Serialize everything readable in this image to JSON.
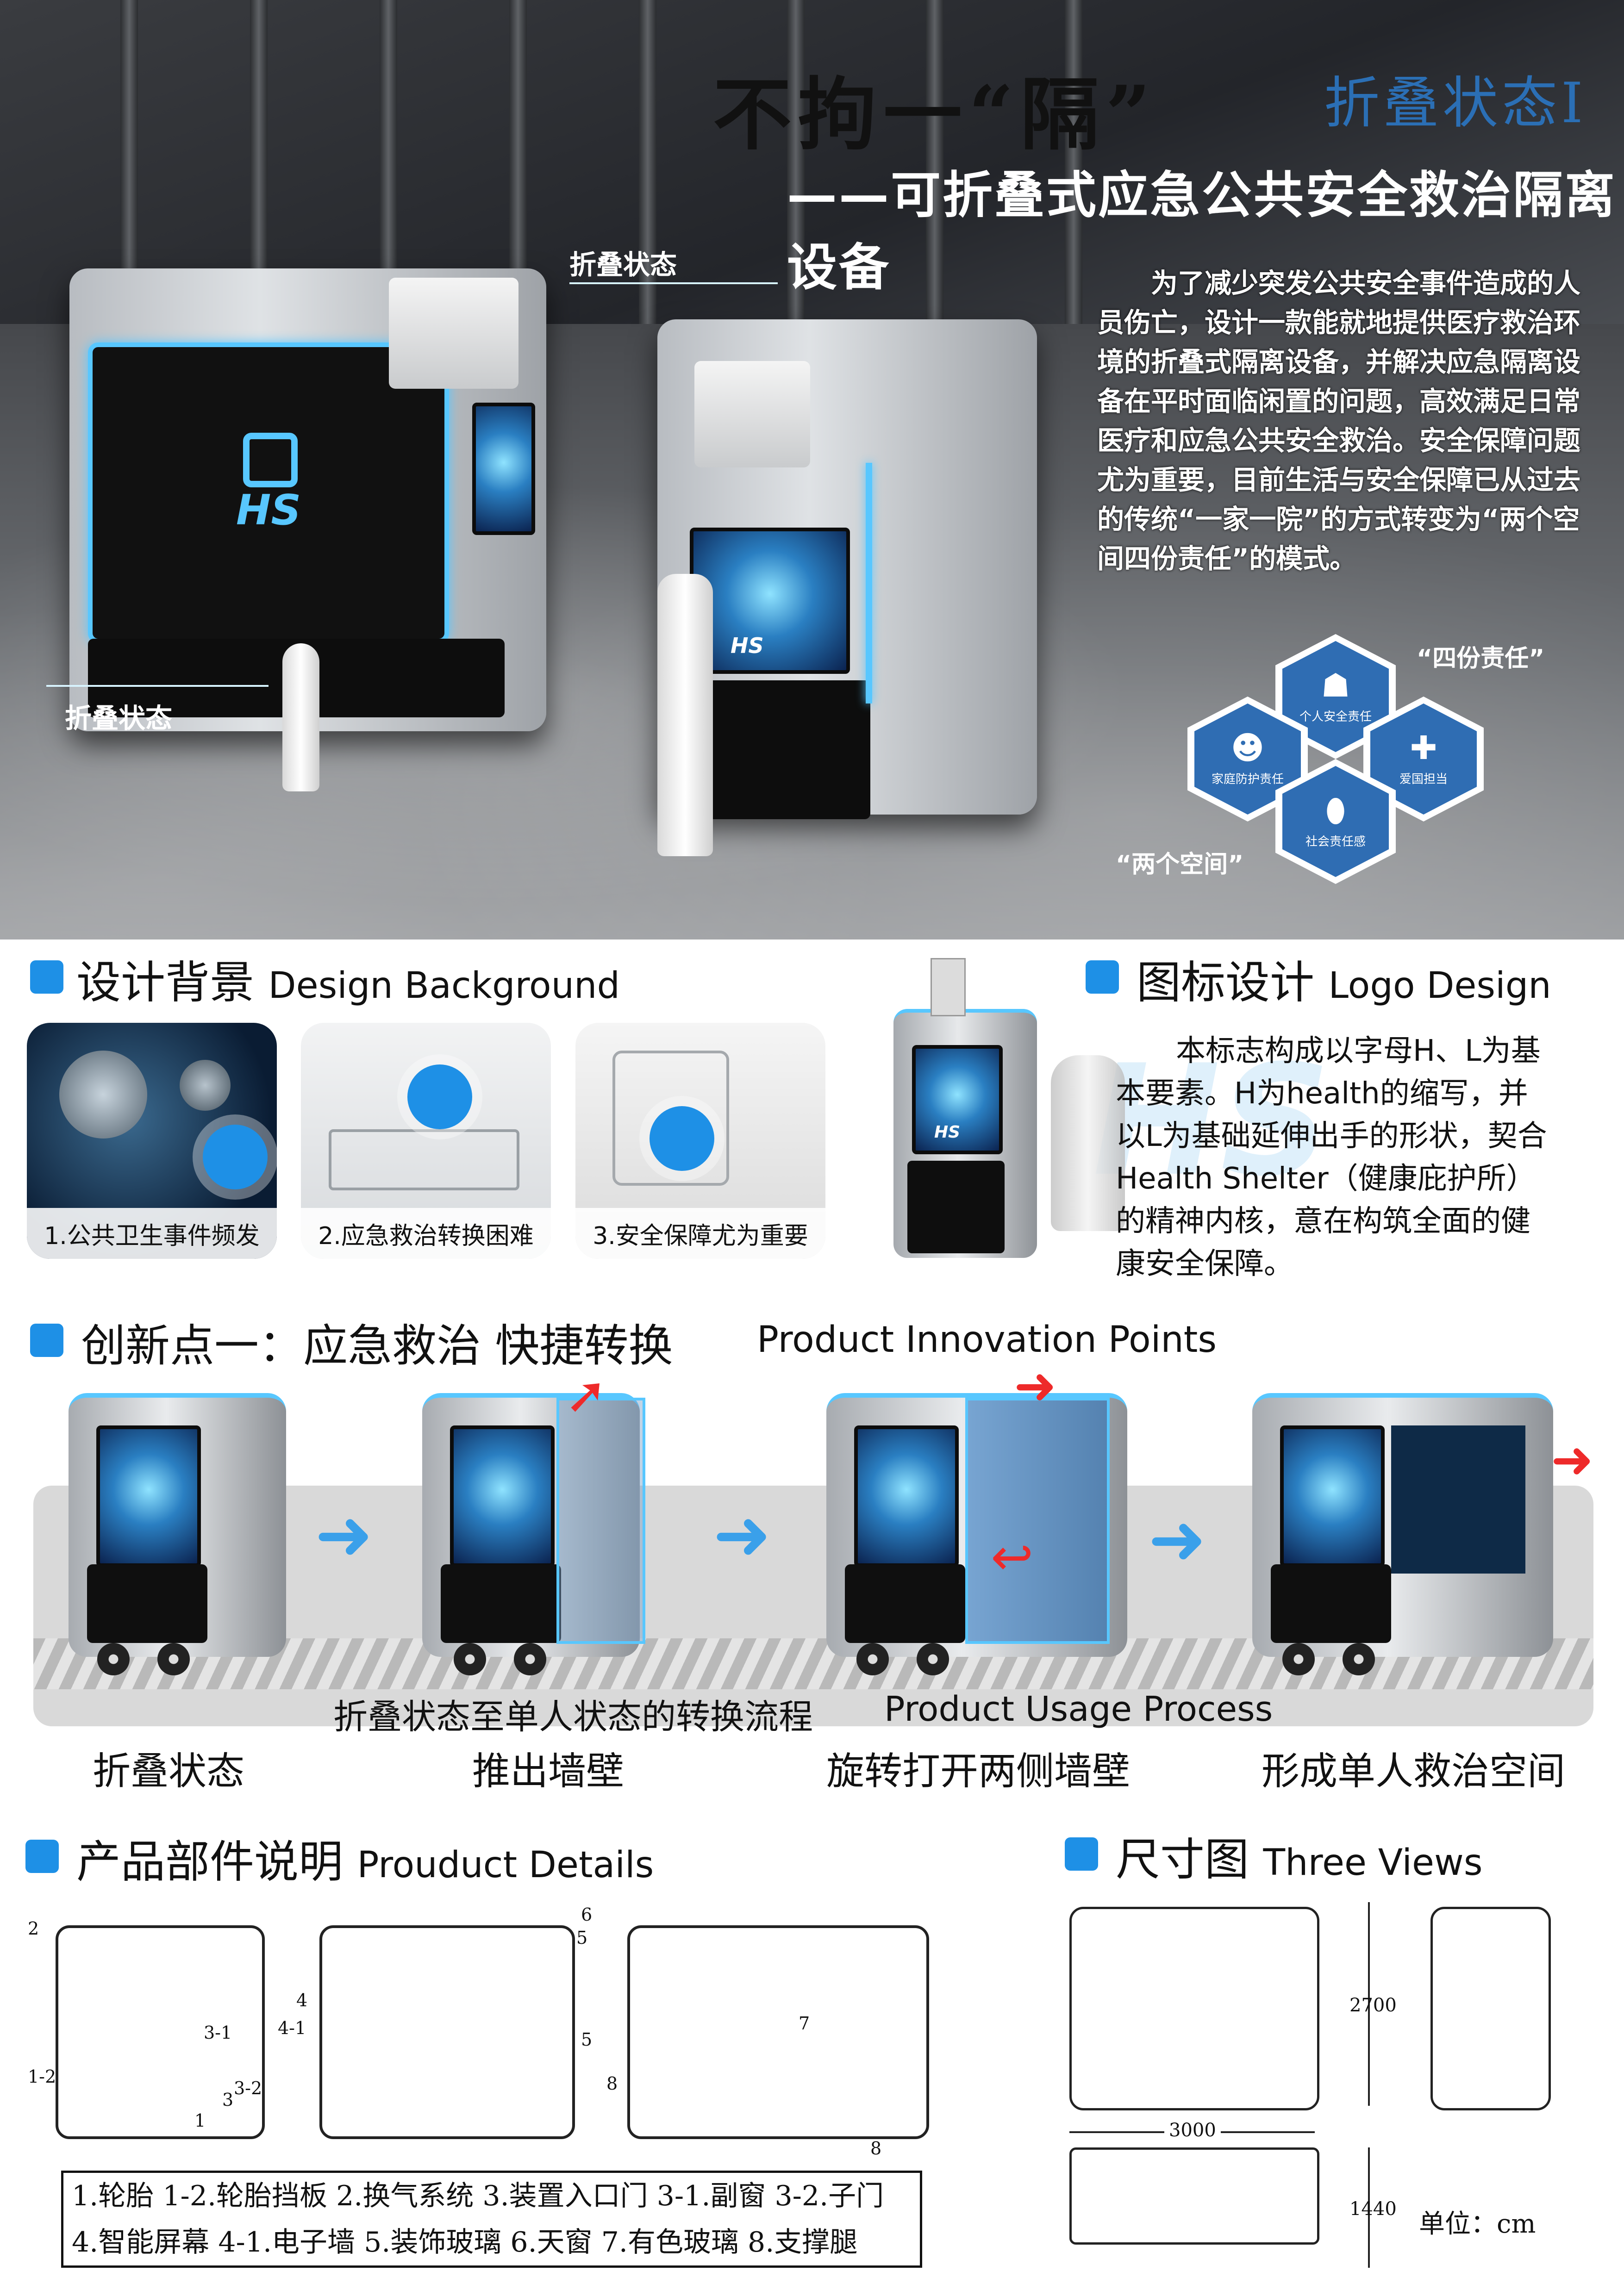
{
  "hero": {
    "title_main": "不拘一“隔”",
    "title_state": "折叠状态Ⅰ",
    "subtitle": "——可折叠式应急公共安全救治隔离设备",
    "callout_top": "折叠状态",
    "callout_left": "折叠状态",
    "description": "为了减少突发公共安全事件造成的人员伤亡，设计一款能就地提供医疗救治环境的折叠式隔离设备，并解决应急隔离设备在平时面临闲置的问题，高效满足日常医疗和应急公共安全救治。安全保障问题尤为重要，目前生活与安全保障已从过去的传统“一家一院”的方式转变为“两个空间四份责任”的模式。",
    "device_logo": "HS",
    "four_duties": "“四份责任”",
    "two_spaces": "“两个空间”",
    "hex": [
      {
        "label": "个人安全责任",
        "icon": "person-icon"
      },
      {
        "label": "家庭防护责任",
        "icon": "family-icon"
      },
      {
        "label": "爱国担当",
        "icon": "ambulance-icon"
      },
      {
        "label": "社会责任感",
        "icon": "pill-icon"
      }
    ],
    "colors": {
      "accent_blue": "#2f6db3",
      "glow": "#58c7ff"
    }
  },
  "background": {
    "title_zh": "设计背景",
    "title_en": "Design Background",
    "cards": [
      {
        "caption": "1.公共卫生事件频发"
      },
      {
        "caption": "2.应急救治转换困难"
      },
      {
        "caption": "3.安全保障尤为重要"
      }
    ]
  },
  "logo_design": {
    "title_zh": "图标设计",
    "title_en": "Logo Design",
    "text": "本标志构成以字母H、L为基本要素。H为health的缩写，并以L为基础延伸出手的形状，契合Health Shelter（健康庇护所）的精神内核，意在构筑全面的健康安全保障。",
    "watermark": "HS"
  },
  "innovation": {
    "title_zh": "创新点一：应急救治  快捷转换",
    "title_en": "Product Innovation Points",
    "band_caption_zh": "折叠状态至单人状态的转换流程",
    "band_caption_en": "Product Usage Process",
    "steps": [
      "折叠状态",
      "推出墙壁",
      "旋转打开两侧墙壁",
      "形成单人救治空间"
    ],
    "device_logo": "HS"
  },
  "parts": {
    "title_zh": "产品部件说明",
    "title_en": "Prouduct Details",
    "legend_line1": "1.轮胎 1-2.轮胎挡板 2.换气系统 3.装置入口门 3-1.副窗 3-2.子门",
    "legend_line2": "4.智能屏幕 4-1.电子墙  5.装饰玻璃  6.天窗 7.有色玻璃 8.支撑腿",
    "labels": [
      "2",
      "1-2",
      "3-1",
      "3-2",
      "3",
      "1",
      "4",
      "4-1",
      "5",
      "5",
      "6",
      "7",
      "8",
      "8"
    ]
  },
  "views": {
    "title_zh": "尺寸图",
    "title_en": "Three Views",
    "height": "2700",
    "width": "3000",
    "depth": "1440",
    "unit": "单位：cm"
  }
}
